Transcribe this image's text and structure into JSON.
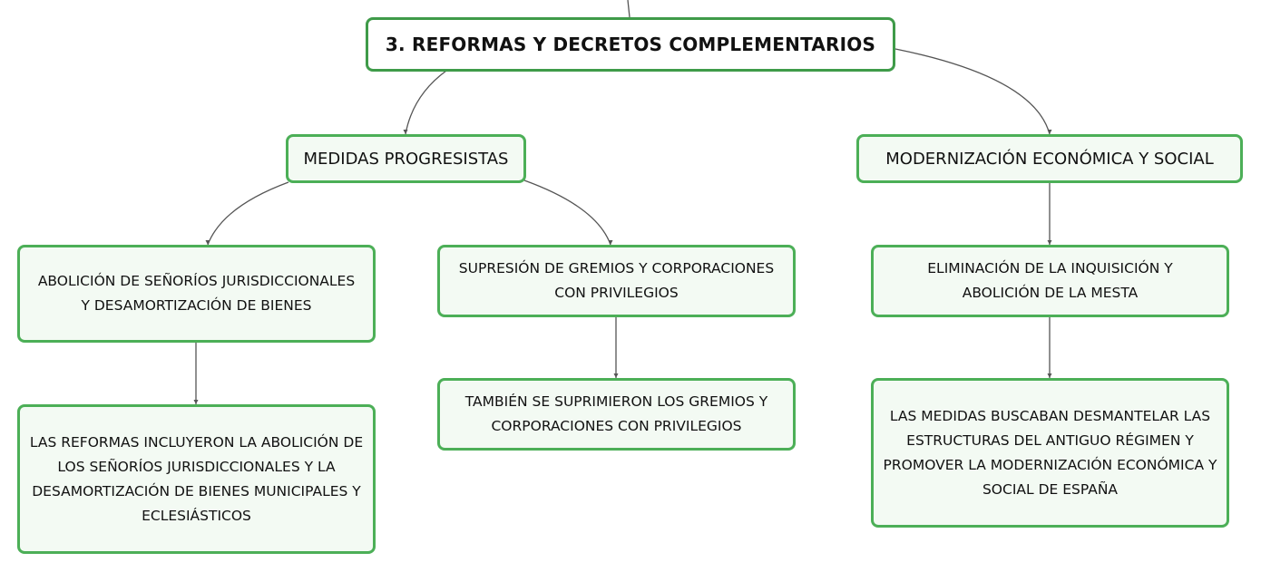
{
  "root": {
    "label": "3. REFORMAS Y DECRETOS COMPLEMENTARIOS"
  },
  "branches": {
    "progresistas": {
      "label": "MEDIDAS PROGRESISTAS",
      "children": {
        "abolicion": {
          "label": "ABOLICIÓN DE SEÑORÍOS JURISDICCIONALES Y DESAMORTIZACIÓN DE BIENES",
          "detail": "LAS REFORMAS INCLUYERON LA ABOLICIÓN DE LOS SEÑORÍOS JURISDICCIONALES Y LA DESAMORTIZACIÓN DE BIENES MUNICIPALES Y ECLESIÁSTICOS"
        },
        "supresion": {
          "label": "SUPRESIÓN DE GREMIOS Y CORPORACIONES CON PRIVILEGIOS",
          "detail": "TAMBIÉN SE SUPRIMIERON LOS GREMIOS Y CORPORACIONES CON PRIVILEGIOS"
        }
      }
    },
    "modernizacion": {
      "label": "MODERNIZACIÓN ECONÓMICA Y SOCIAL",
      "children": {
        "inquisicion": {
          "label": "ELIMINACIÓN DE LA INQUISICIÓN Y ABOLICIÓN DE LA MESTA",
          "detail": "LAS MEDIDAS BUSCABAN DESMANTELAR LAS ESTRUCTURAS DEL ANTIGUO RÉGIMEN Y PROMOVER LA MODERNIZACIÓN ECONÓMICA Y SOCIAL DE ESPAÑA"
        }
      }
    }
  },
  "colors": {
    "node_border": "#4caf57",
    "node_fill": "#f3faf3",
    "connector": "#555555"
  }
}
